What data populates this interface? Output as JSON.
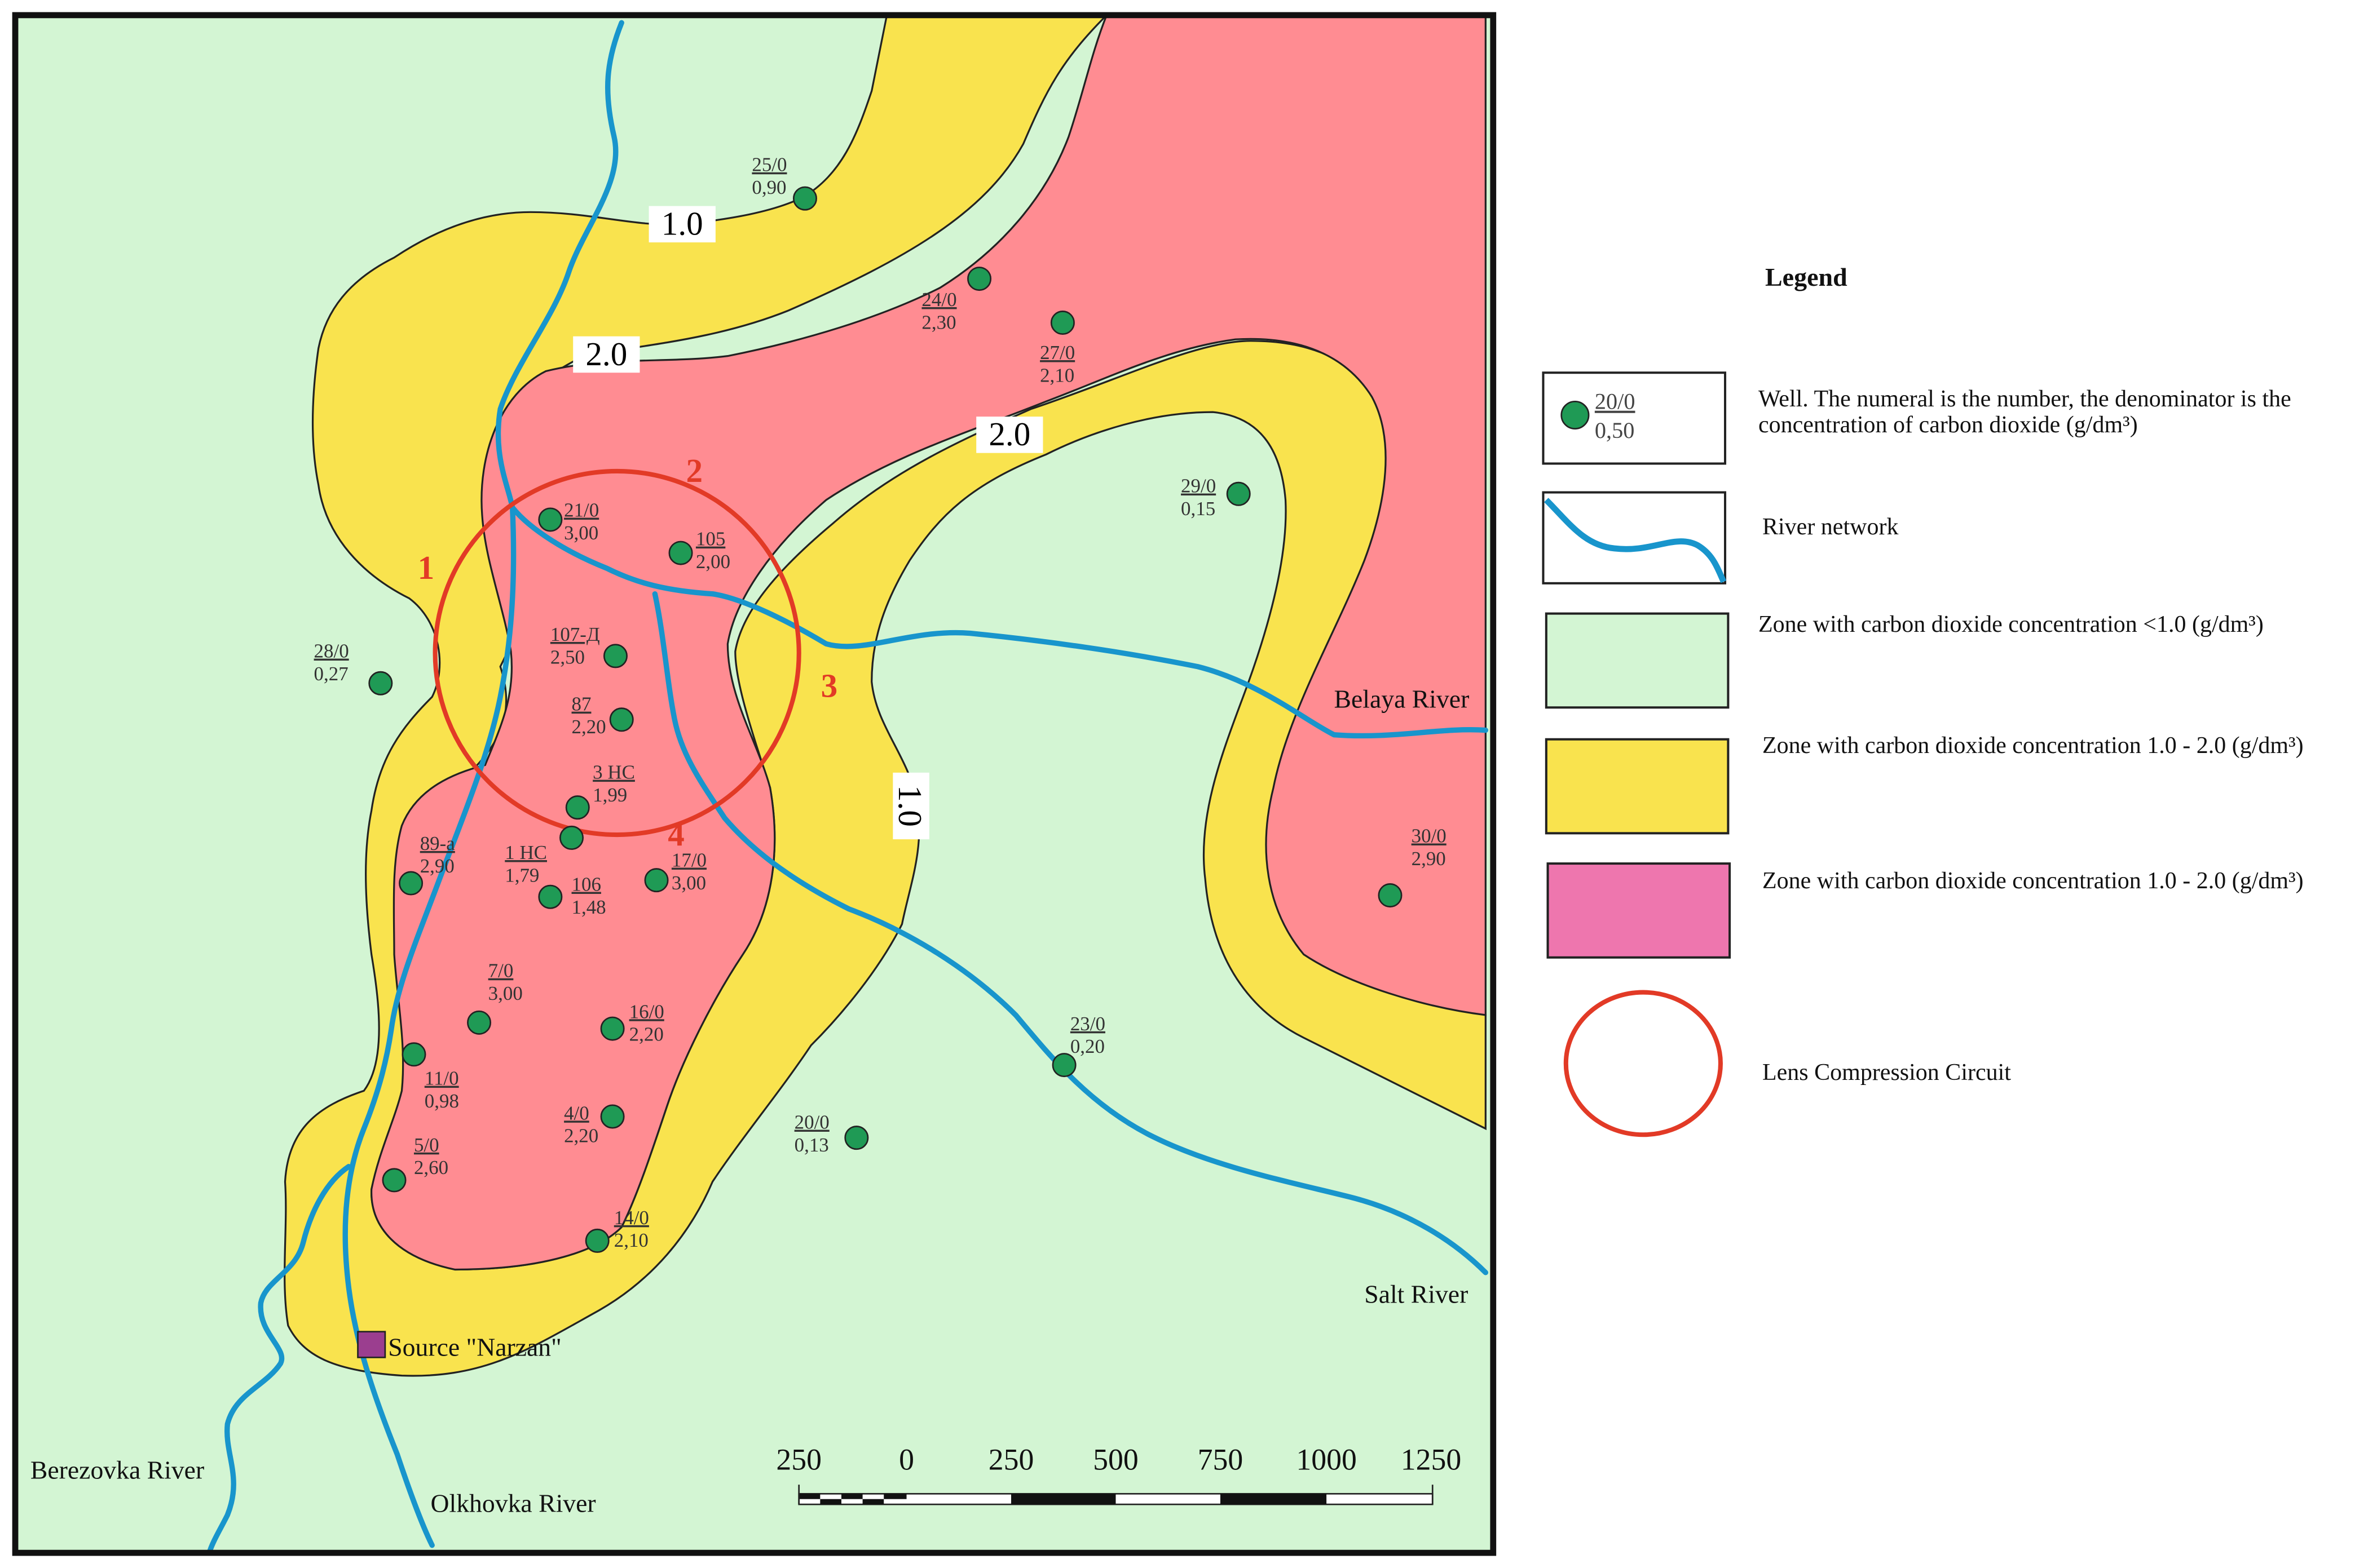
{
  "map": {
    "colors": {
      "zone_low": "#d3f5d3",
      "zone_mid": "#f9e34e",
      "zone_high": "#ff8c92",
      "river": "#1895cc",
      "well_fill": "#1f9a55",
      "circuit": "#e23a26",
      "source_marker": "#9b3e8f",
      "legend_high_swatch": "#ee76ae"
    },
    "isoline_labels": [
      "1.0",
      "2.0",
      "2.0",
      "1.0"
    ],
    "area_numbers": [
      "1",
      "2",
      "3",
      "4"
    ],
    "rivers": [
      "Belaya River",
      "Salt River",
      "Berezovka River",
      "Olkhovka River"
    ],
    "source_label": "Source \"Narzan\"",
    "wells": [
      {
        "number": "25/0",
        "concentration": "0,90"
      },
      {
        "number": "24/0",
        "concentration": "2,30"
      },
      {
        "number": "27/0",
        "concentration": "2,10"
      },
      {
        "number": "29/0",
        "concentration": "0,15"
      },
      {
        "number": "21/0",
        "concentration": "3,00"
      },
      {
        "number": "105",
        "concentration": "2,00"
      },
      {
        "number": "28/0",
        "concentration": "0,27"
      },
      {
        "number": "107-Д",
        "concentration": "2,50"
      },
      {
        "number": "87",
        "concentration": "2,20"
      },
      {
        "number": "3 НС",
        "concentration": "1,99"
      },
      {
        "number": "89-а",
        "concentration": "2,90"
      },
      {
        "number": "1 НС",
        "concentration": "1,79"
      },
      {
        "number": "106",
        "concentration": "1,48"
      },
      {
        "number": "17/0",
        "concentration": "3,00"
      },
      {
        "number": "30/0",
        "concentration": "2,90"
      },
      {
        "number": "7/0",
        "concentration": "3,00"
      },
      {
        "number": "16/0",
        "concentration": "2,20"
      },
      {
        "number": "11/0",
        "concentration": "0,98"
      },
      {
        "number": "23/0",
        "concentration": "0,20"
      },
      {
        "number": "20/0",
        "concentration": "0,13"
      },
      {
        "number": "4/0",
        "concentration": "2,20"
      },
      {
        "number": "5/0",
        "concentration": "2,60"
      },
      {
        "number": "14/0",
        "concentration": "2,10"
      }
    ],
    "scale_bar": {
      "ticks": [
        "250",
        "0",
        "250",
        "500",
        "750",
        "1000",
        "1250"
      ]
    }
  },
  "legend": {
    "title": "Legend",
    "items": [
      {
        "key": "well",
        "example_number": "20/0",
        "example_concentration": "0,50",
        "text_line1": "Well. The numeral is the number, the denominator is the",
        "text_line2": "concentration of carbon dioxide (g/dm³)"
      },
      {
        "key": "river",
        "text": "River network"
      },
      {
        "key": "zone-low",
        "text": "Zone with carbon dioxide concentration <1.0 (g/dm³)"
      },
      {
        "key": "zone-mid",
        "text": "Zone with carbon dioxide concentration 1.0 - 2.0 (g/dm³)"
      },
      {
        "key": "zone-high",
        "text": "Zone with carbon dioxide concentration 1.0 - 2.0 (g/dm³)"
      },
      {
        "key": "circuit",
        "text": "Lens Compression Circuit"
      }
    ]
  }
}
